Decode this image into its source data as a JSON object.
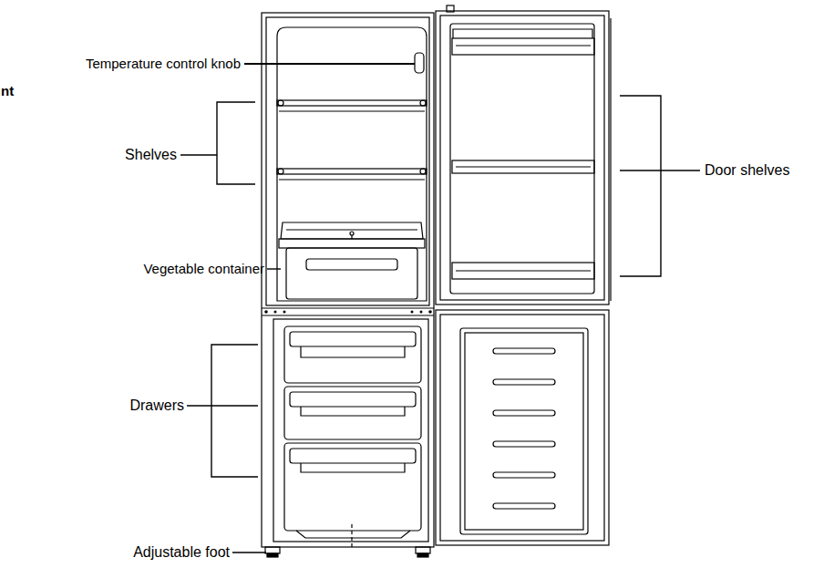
{
  "diagram": {
    "labels": [
      "Temperature control knob",
      "Shelves",
      "Door shelves",
      "nt",
      "Vegetable container",
      "Drawers",
      "Adjustable foot"
    ]
  }
}
